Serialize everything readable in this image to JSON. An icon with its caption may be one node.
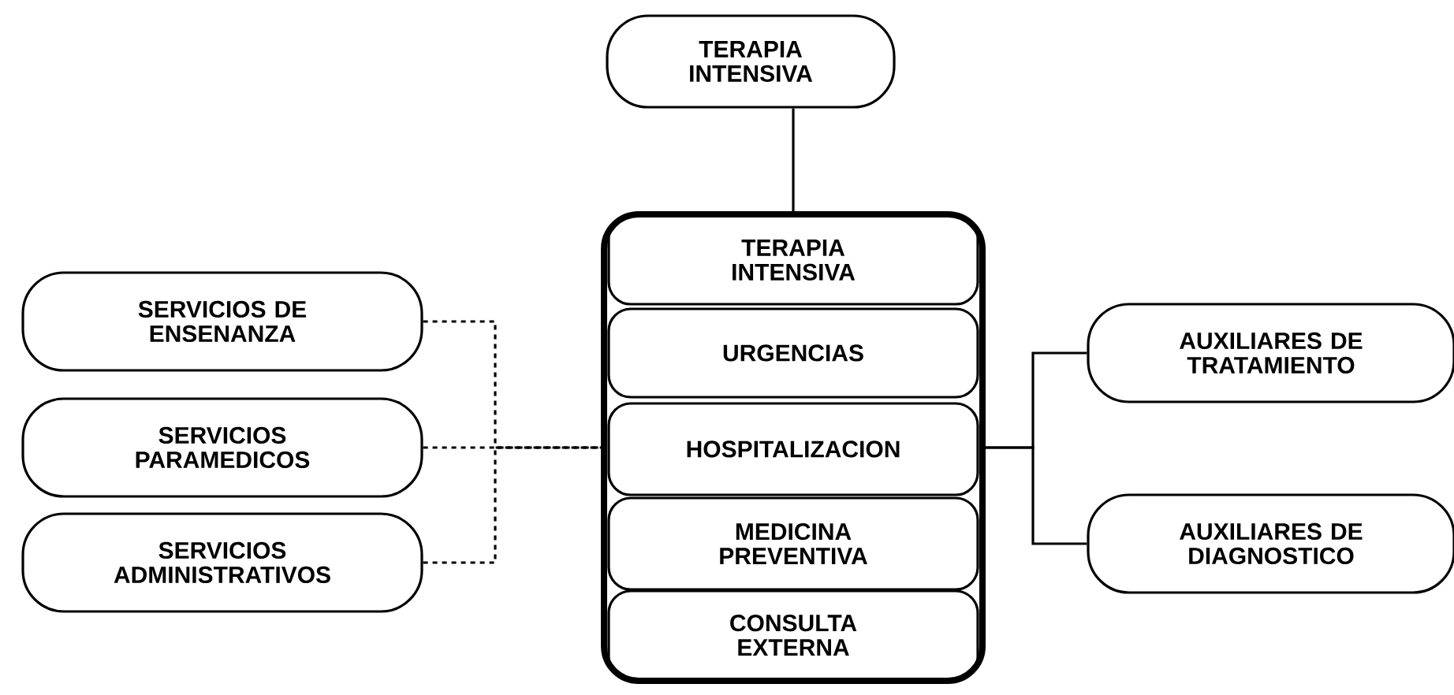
{
  "diagram": {
    "nodes": [
      {
        "text": [
          "TERAPIA INTENSIVA"
        ]
      },
      {
        "text": [],
        "shape": "box"
      },
      {
        "text": [
          "TERAPIA INTENSIVA"
        ],
        "in": 1
      },
      {
        "text": [
          "URGENCIAS"
        ],
        "in": 1
      },
      {
        "text": [
          "HOSPITALIZACION"
        ],
        "in": 1
      },
      {
        "text": [
          "MEDICINA PREVENTIVA"
        ],
        "in": 1
      },
      {
        "text": [
          "CONSULTA EXTERNA"
        ],
        "in": 1
      },
      {
        "text": [
          "SERVICIOS DE ENSENANZA"
        ]
      },
      {
        "text": [
          "SERVICIOS PARAMEDICOS"
        ]
      },
      {
        "text": [
          "SERVICIOS ADMINISTRATIVOS"
        ]
      },
      {
        "text": [
          "AUXILIARES DE TRATAMIENTO"
        ]
      },
      {
        "text": [
          "AUXILIARES DE DIAGNOSTICO"
        ]
      }
    ],
    "edges": [
      {
        "from": 0,
        "to": 1,
        "arrow": "none"
      },
      {
        "from": 7,
        "to": 1,
        "arrow": "none",
        "style": "dashed"
      },
      {
        "from": 8,
        "to": 1,
        "arrow": "none",
        "style": "dashed"
      },
      {
        "from": 9,
        "to": 1,
        "arrow": "none",
        "style": "dashed"
      },
      {
        "from": 1,
        "to": 10,
        "arrow": "none"
      },
      {
        "from": 1,
        "to": 11,
        "arrow": "none"
      }
    ]
  }
}
